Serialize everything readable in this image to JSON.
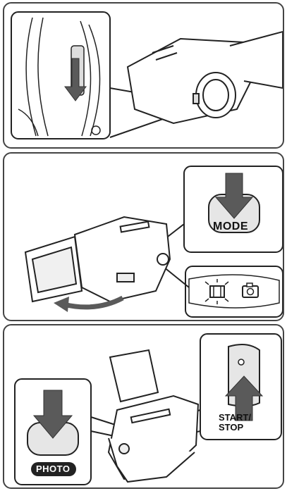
{
  "panels": [
    {
      "id": "power-lens-cover"
    },
    {
      "id": "mode-select"
    },
    {
      "id": "record"
    }
  ],
  "labels": {
    "mode": "MODE",
    "photo": "PHOTO",
    "start_stop_line1": "START/",
    "start_stop_line2": "STOP"
  },
  "colors": {
    "arrow": "#5a5a5a",
    "outline": "#222222",
    "button_fill": "#e6e6e6",
    "dark_pill": "#222222"
  },
  "icons": [
    "movie-icon",
    "camera-icon",
    "down-arrow-icon",
    "up-arrow-icon",
    "curved-arrow-icon"
  ]
}
